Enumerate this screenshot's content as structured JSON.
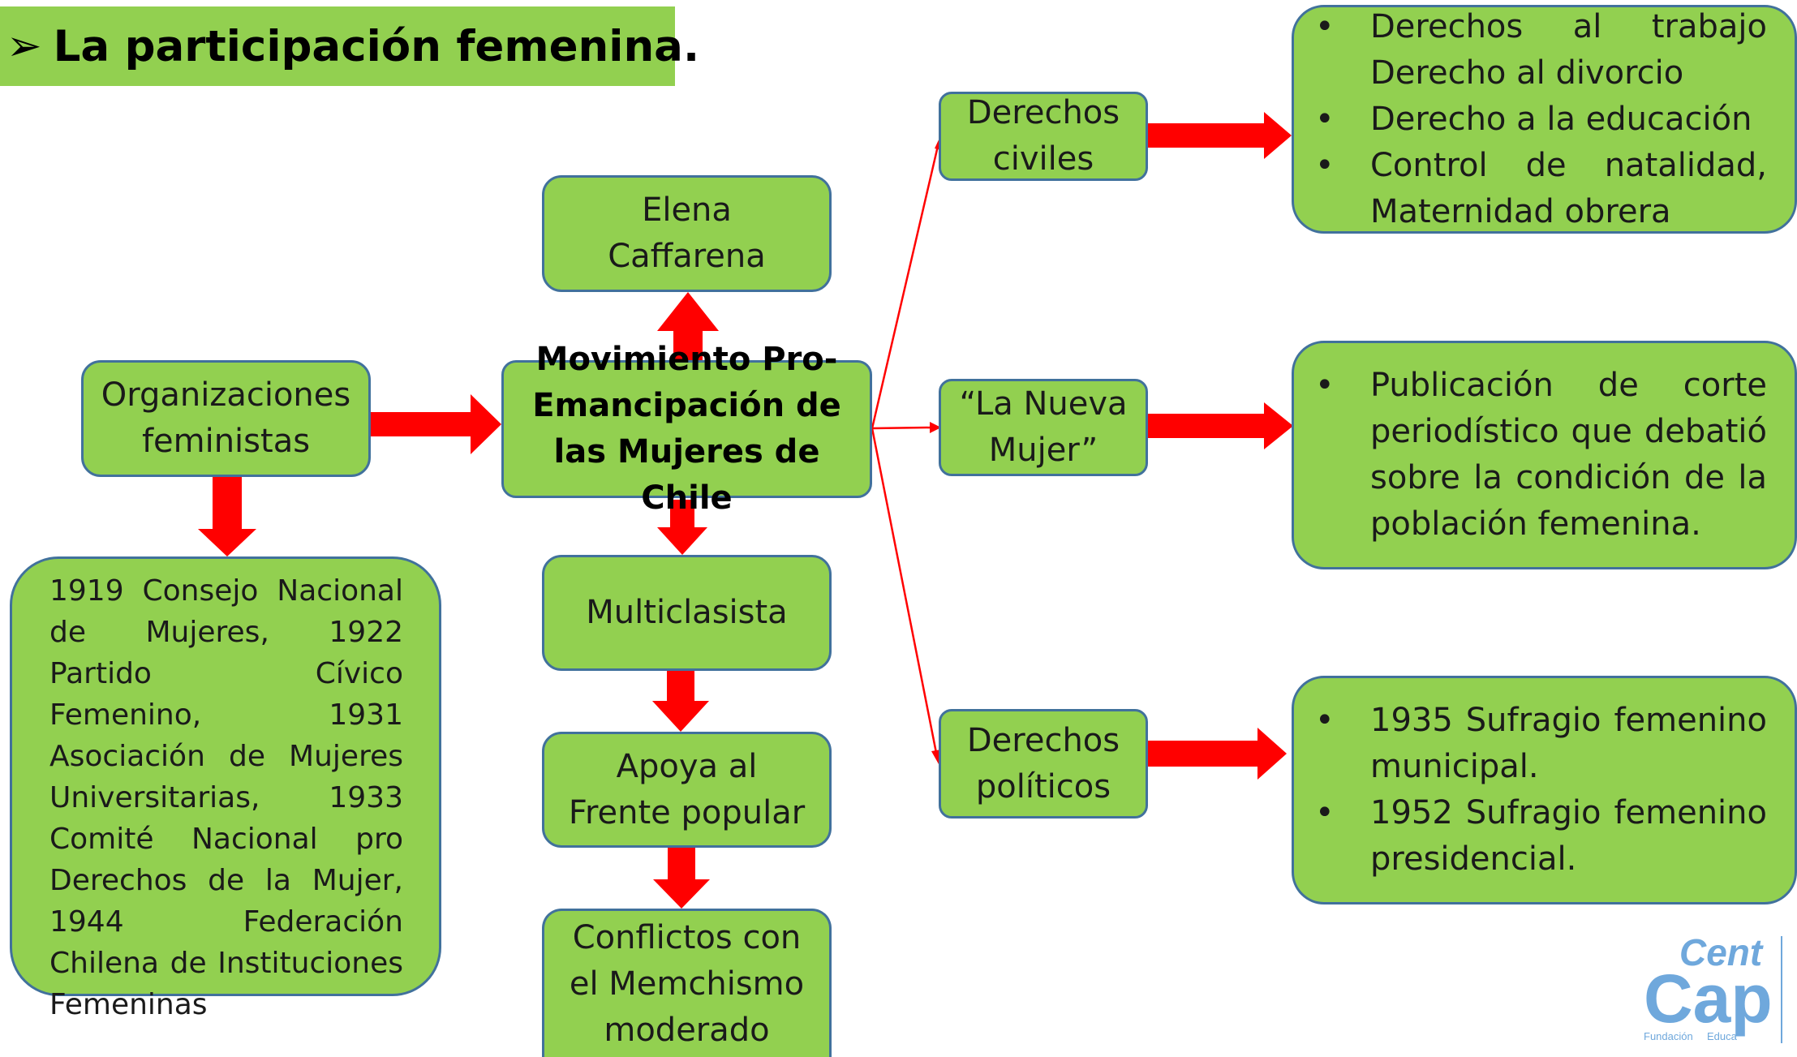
{
  "title": {
    "bullet_icon": "arrow-bullet-icon",
    "text": "La participación femenina."
  },
  "center": {
    "movimiento": [
      "Movimiento Pro-",
      "Emancipación de",
      "las Mujeres de Chile"
    ],
    "elena": [
      "Elena",
      "Caffarena"
    ],
    "multiclasista": "Multiclasista",
    "apoya": [
      "Apoya al",
      "Frente popular"
    ],
    "conflictos": [
      "Conflictos con",
      "el Memchismo",
      "moderado"
    ]
  },
  "left": {
    "organizaciones": [
      "Organizaciones",
      "feministas"
    ],
    "lista": "1919 Consejo Nacional de Mujeres, 1922 Partido Cívico Femenino, 1931 Asociación de Mujeres Universitarias, 1933 Comité Nacional pro Derechos de la Mujer, 1944 Federación Chilena de Instituciones Femeninas"
  },
  "middle_right": {
    "derechos_civiles": [
      "Derechos",
      "civiles"
    ],
    "nueva_mujer": [
      "“La Nueva",
      "Mujer”"
    ],
    "derechos_politicos": [
      "Derechos",
      "políticos"
    ]
  },
  "right": {
    "civiles_items": [
      "Derechos al trabajo Derecho al divorcio",
      "Derecho a la educación",
      "Control de natalidad, Maternidad obrera"
    ],
    "nueva_mujer_items": [
      "Publicación de corte periodístico que debatió sobre la condición de la población femenina."
    ],
    "politicos_items": [
      "1935 Sufragio femenino municipal.",
      "1952 Sufragio femenino presidencial."
    ]
  },
  "logo": {
    "line1": "Cent",
    "line2": "Cap",
    "small1": "Fundación",
    "small2": "Educa"
  },
  "colors": {
    "box_fill": "#92d050",
    "box_border": "#41719c",
    "arrow": "#ff0000",
    "logo": "#6fa8dc"
  }
}
